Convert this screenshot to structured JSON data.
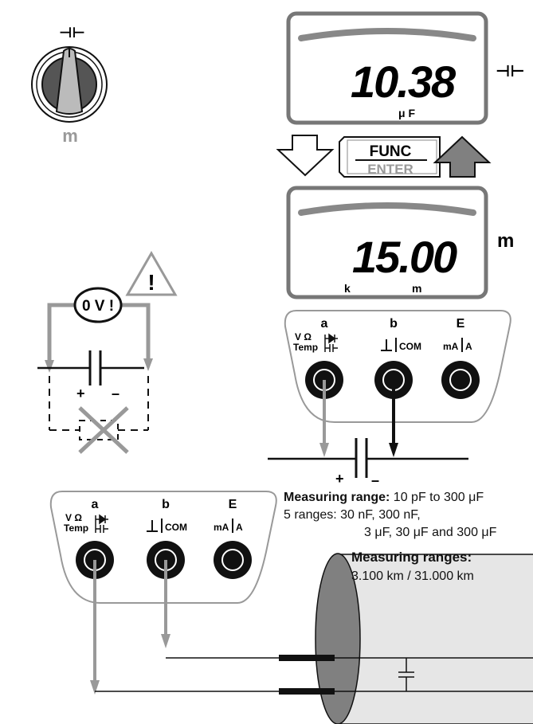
{
  "switch": {
    "top_symbol": "⊣⊢",
    "label": "m"
  },
  "display_top": {
    "value": "10.38",
    "unit": "μ F",
    "side_symbol": "⊣⊢"
  },
  "func_key": {
    "top": "FUNC",
    "bottom": "ENTER"
  },
  "display_bottom": {
    "value": "15.00",
    "prefix_left": "k",
    "prefix_right": "m",
    "side_label": "m"
  },
  "warning": {
    "symbol": "!",
    "voltage_label": "0 V !"
  },
  "schematic": {
    "plus": "+",
    "minus": "–"
  },
  "socket_panel_1": {
    "labels": [
      "a",
      "b",
      "E"
    ],
    "sub_a_top": "V Ω",
    "sub_a_bottom": "Temp",
    "sub_b": "COM",
    "sub_e_left": "mA",
    "sub_e_right": "A"
  },
  "socket_panel_2": {
    "labels": [
      "a",
      "b",
      "E"
    ],
    "sub_a_top": "V Ω",
    "sub_a_bottom": "Temp",
    "sub_b": "COM",
    "sub_e_left": "mA",
    "sub_e_right": "A"
  },
  "capacitor_circuit": {
    "plus": "+",
    "minus": "–"
  },
  "info": {
    "range_title": "Measuring range:",
    "range_value": " 10 pF to 300 μF",
    "ranges_line1": "5 ranges: 30 nF, 300 nF,",
    "ranges_line2": "3 μF, 30 μF and 300 μF",
    "ranges_title": "Measuring ranges:",
    "ranges_values": "3.100 km / 31.000 km"
  },
  "colors": {
    "gray": "#999999",
    "dark": "#111111",
    "arrow_fill": "#808080",
    "cable_fill": "#e6e6e6",
    "cable_end": "#808080"
  }
}
